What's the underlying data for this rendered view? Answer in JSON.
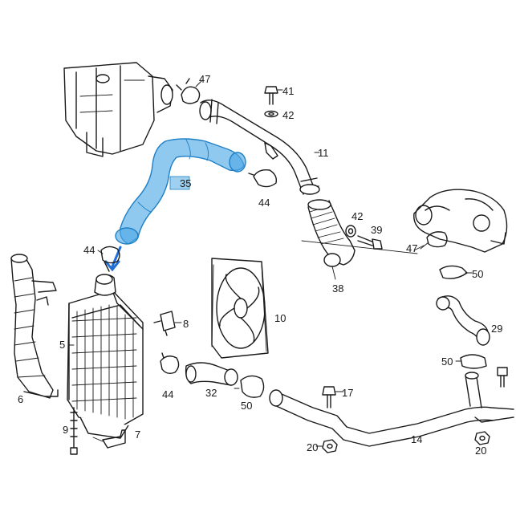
{
  "diagram": {
    "highlight_color": "#4ca8e6",
    "arrow_color": "#1f6fd6",
    "parts": [
      {
        "id": "p35",
        "label": "35",
        "highlighted": true
      },
      {
        "id": "p47a",
        "label": "47"
      },
      {
        "id": "p41",
        "label": "41"
      },
      {
        "id": "p42a",
        "label": "42"
      },
      {
        "id": "p11",
        "label": "11"
      },
      {
        "id": "p44a",
        "label": "44"
      },
      {
        "id": "p42b",
        "label": "42"
      },
      {
        "id": "p39",
        "label": "39"
      },
      {
        "id": "p47b",
        "label": "47"
      },
      {
        "id": "p50a",
        "label": "50"
      },
      {
        "id": "p38",
        "label": "38"
      },
      {
        "id": "p29",
        "label": "29"
      },
      {
        "id": "p44b",
        "label": "44"
      },
      {
        "id": "p5",
        "label": "5"
      },
      {
        "id": "p8",
        "label": "8"
      },
      {
        "id": "p10",
        "label": "10"
      },
      {
        "id": "p50b",
        "label": "50"
      },
      {
        "id": "p6",
        "label": "6"
      },
      {
        "id": "p44c",
        "label": "44"
      },
      {
        "id": "p32",
        "label": "32"
      },
      {
        "id": "p50c",
        "label": "50"
      },
      {
        "id": "p17",
        "label": "17"
      },
      {
        "id": "p9",
        "label": "9"
      },
      {
        "id": "p7",
        "label": "7"
      },
      {
        "id": "p20a",
        "label": "20"
      },
      {
        "id": "p14",
        "label": "14"
      },
      {
        "id": "p20b",
        "label": "20"
      }
    ]
  }
}
